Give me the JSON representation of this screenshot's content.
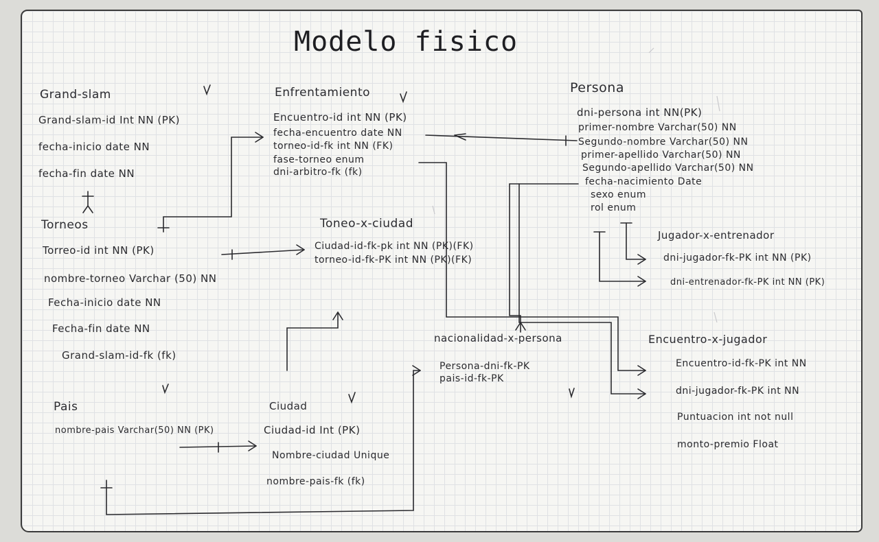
{
  "title": "Modelo fisico",
  "entities": {
    "grand_slam": {
      "name": "Grand-slam",
      "fields": [
        "Grand-slam-id Int NN (PK)",
        "fecha-inicio date NN",
        "fecha-fin date NN"
      ]
    },
    "torneos": {
      "name": "Torneos",
      "fields": [
        "Torreo-id int NN (PK)",
        "nombre-torneo Varchar (50) NN",
        "Fecha-inicio date NN",
        "Fecha-fin date NN",
        "Grand-slam-id-fk (fk)"
      ]
    },
    "pais": {
      "name": "Pais",
      "fields": [
        "nombre-pais Varchar(50) NN (PK)"
      ]
    },
    "enfrentamiento": {
      "name": "Enfrentamiento",
      "fields": [
        "Encuentro-id int NN (PK)",
        "fecha-encuentro date NN",
        "torneo-id-fk int NN (FK)",
        "fase-torneo enum",
        "dni-arbitro-fk (fk)"
      ]
    },
    "torneo_x_ciudad": {
      "name": "Toneo-x-ciudad",
      "fields": [
        "Ciudad-id-fk-pk int NN (PK)(FK)",
        "torneo-id-fk-PK int NN (PK)(FK)"
      ]
    },
    "ciudad": {
      "name": "Ciudad",
      "fields": [
        "Ciudad-id Int (PK)",
        "Nombre-ciudad Unique",
        "nombre-pais-fk (fk)"
      ]
    },
    "nacionalidad_x_persona": {
      "name": "nacionalidad-x-persona",
      "fields": [
        "Persona-dni-fk-PK",
        "pais-id-fk-PK"
      ]
    },
    "persona": {
      "name": "Persona",
      "fields": [
        "dni-persona int NN(PK)",
        "primer-nombre Varchar(50) NN",
        "Segundo-nombre Varchar(50) NN",
        "primer-apellido Varchar(50) NN",
        "Segundo-apellido Varchar(50) NN",
        "fecha-nacimiento Date",
        "sexo enum",
        "rol enum"
      ]
    },
    "jugador_x_entrenador": {
      "name": "Jugador-x-entrenador",
      "fields": [
        "dni-jugador-fk-PK int NN (PK)",
        "dni-entrenador-fk-PK int NN (PK)"
      ]
    },
    "encuentro_x_jugador": {
      "name": "Encuentro-x-jugador",
      "fields": [
        "Encuentro-id-fk-PK int NN",
        "dni-jugador-fk-PK int NN",
        "Puntuacion int not null",
        "monto-premio Float"
      ]
    }
  },
  "colors": {
    "ink": "#2a2a2e",
    "grid": "#dfe1e4",
    "paper": "#f6f6f3"
  }
}
